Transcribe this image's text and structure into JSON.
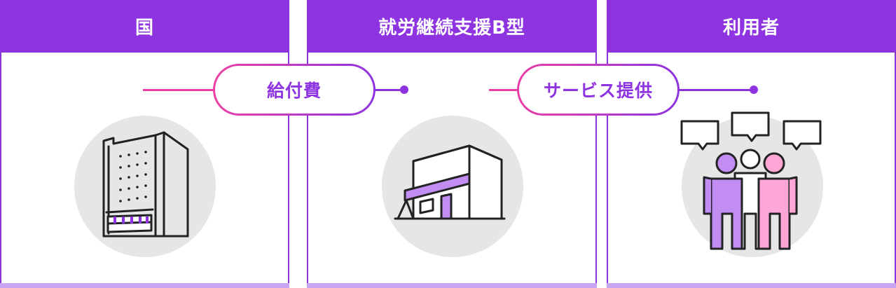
{
  "panels": [
    {
      "title": "国"
    },
    {
      "title": "就労継続支援B型"
    },
    {
      "title": "利用者"
    }
  ],
  "flows": [
    {
      "label": "給付費"
    },
    {
      "label": "サービス提供"
    }
  ],
  "icons": {
    "government": "government-building-icon",
    "facility": "facility-building-icon",
    "users": "users-group-icon"
  },
  "colors": {
    "accent": "#8e33e0",
    "accent_light": "#c9a6f3",
    "pink": "#ea3fa6",
    "circle_bg": "#e6e6e6",
    "person_purple": "#c28df2",
    "person_pink": "#ffa6d7"
  }
}
